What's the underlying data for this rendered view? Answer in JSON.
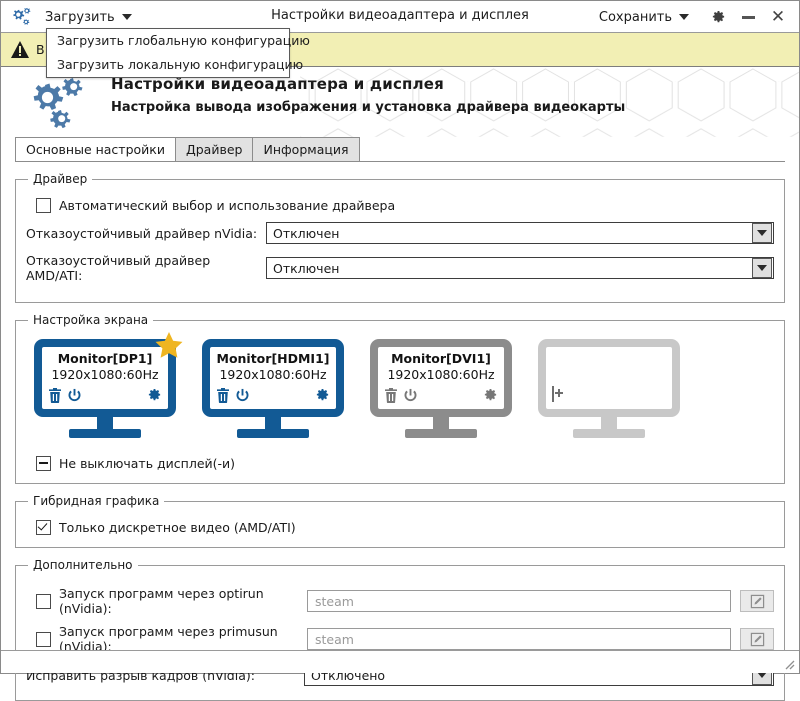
{
  "titlebar": {
    "app_icon": "gears-icon",
    "load_label": "Загрузить",
    "title": "Настройки видеоадаптера и дисплея",
    "save_label": "Сохранить",
    "settings_icon": "gear-icon",
    "minimize_icon": "minimize-icon",
    "close_icon": "close-icon"
  },
  "load_menu": {
    "items": [
      {
        "label": "Загрузить глобальную конфигурацию"
      },
      {
        "label": "Загрузить локальную конфигурацию"
      }
    ]
  },
  "warning": {
    "icon": "warning-triangle-icon",
    "text": "В"
  },
  "banner": {
    "icon": "gears-icon",
    "heading": "Настройки видеоадаптера и дисплея",
    "subheading": "Настройка вывода изображения и установка драйвера видеокарты"
  },
  "tabs": [
    {
      "label": "Основные настройки",
      "active": true
    },
    {
      "label": "Драйвер",
      "active": false
    },
    {
      "label": "Информация",
      "active": false
    }
  ],
  "driver_group": {
    "legend": "Драйвер",
    "auto_checkbox": {
      "label": "Автоматический выбор и использование драйвера",
      "state": "unchecked"
    },
    "nvidia": {
      "label": "Отказоустойчивый драйвер nVidia:",
      "value": "Отключен"
    },
    "amd": {
      "label": "Отказоустойчивый драйвер AMD/ATI:",
      "value": "Отключен"
    }
  },
  "screen_group": {
    "legend": "Настройка экрана",
    "monitors": [
      {
        "name": "Monitor[DP1]",
        "resolution": "1920x1080:60Hz",
        "state": "active",
        "primary": true,
        "color": "#125a95",
        "icons": [
          "trash-icon",
          "power-icon",
          "gear-icon"
        ]
      },
      {
        "name": "Monitor[HDMI1]",
        "resolution": "1920x1080:60Hz",
        "state": "active",
        "primary": false,
        "color": "#125a95",
        "icons": [
          "trash-icon",
          "power-icon",
          "gear-icon"
        ]
      },
      {
        "name": "Monitor[DVI1]",
        "resolution": "1920x1080:60Hz",
        "state": "disabled",
        "primary": false,
        "color": "#8c8c8c",
        "icons": [
          "trash-icon",
          "power-icon",
          "gear-icon"
        ]
      },
      {
        "name": "",
        "resolution": "",
        "state": "empty",
        "primary": false,
        "color": "#c8c8c8",
        "icons": [
          "plus-icon"
        ]
      }
    ],
    "keep_on_checkbox": {
      "label": "Не выключать дисплей(-и)",
      "state": "partial"
    }
  },
  "hybrid_group": {
    "legend": "Гибридная графика",
    "discrete_checkbox": {
      "label": "Только дискретное видео (AMD/ATI)",
      "state": "checked"
    }
  },
  "advanced_group": {
    "legend": "Дополнительно",
    "optirun": {
      "label": "Запуск программ через optirun (nVidia):",
      "state": "unchecked",
      "placeholder": "steam",
      "value": "",
      "edit_icon": "pencil-edit-icon"
    },
    "primusrun": {
      "label": "Запуск программ через primusun (nVidia):",
      "state": "unchecked",
      "placeholder": "steam",
      "value": "",
      "edit_icon": "pencil-edit-icon"
    },
    "vsync": {
      "label": "Исправить разрыв кадров (nVidia):",
      "value": "Отключено"
    }
  },
  "colors": {
    "accent_blue": "#125a95",
    "banner_gear": "#4d7aa8",
    "star_gold": "#efb521",
    "warning_bg": "#f2efb4",
    "disabled_gray": "#8c8c8c"
  },
  "statusbar": {
    "resize_grip": "resize-grip-icon"
  }
}
